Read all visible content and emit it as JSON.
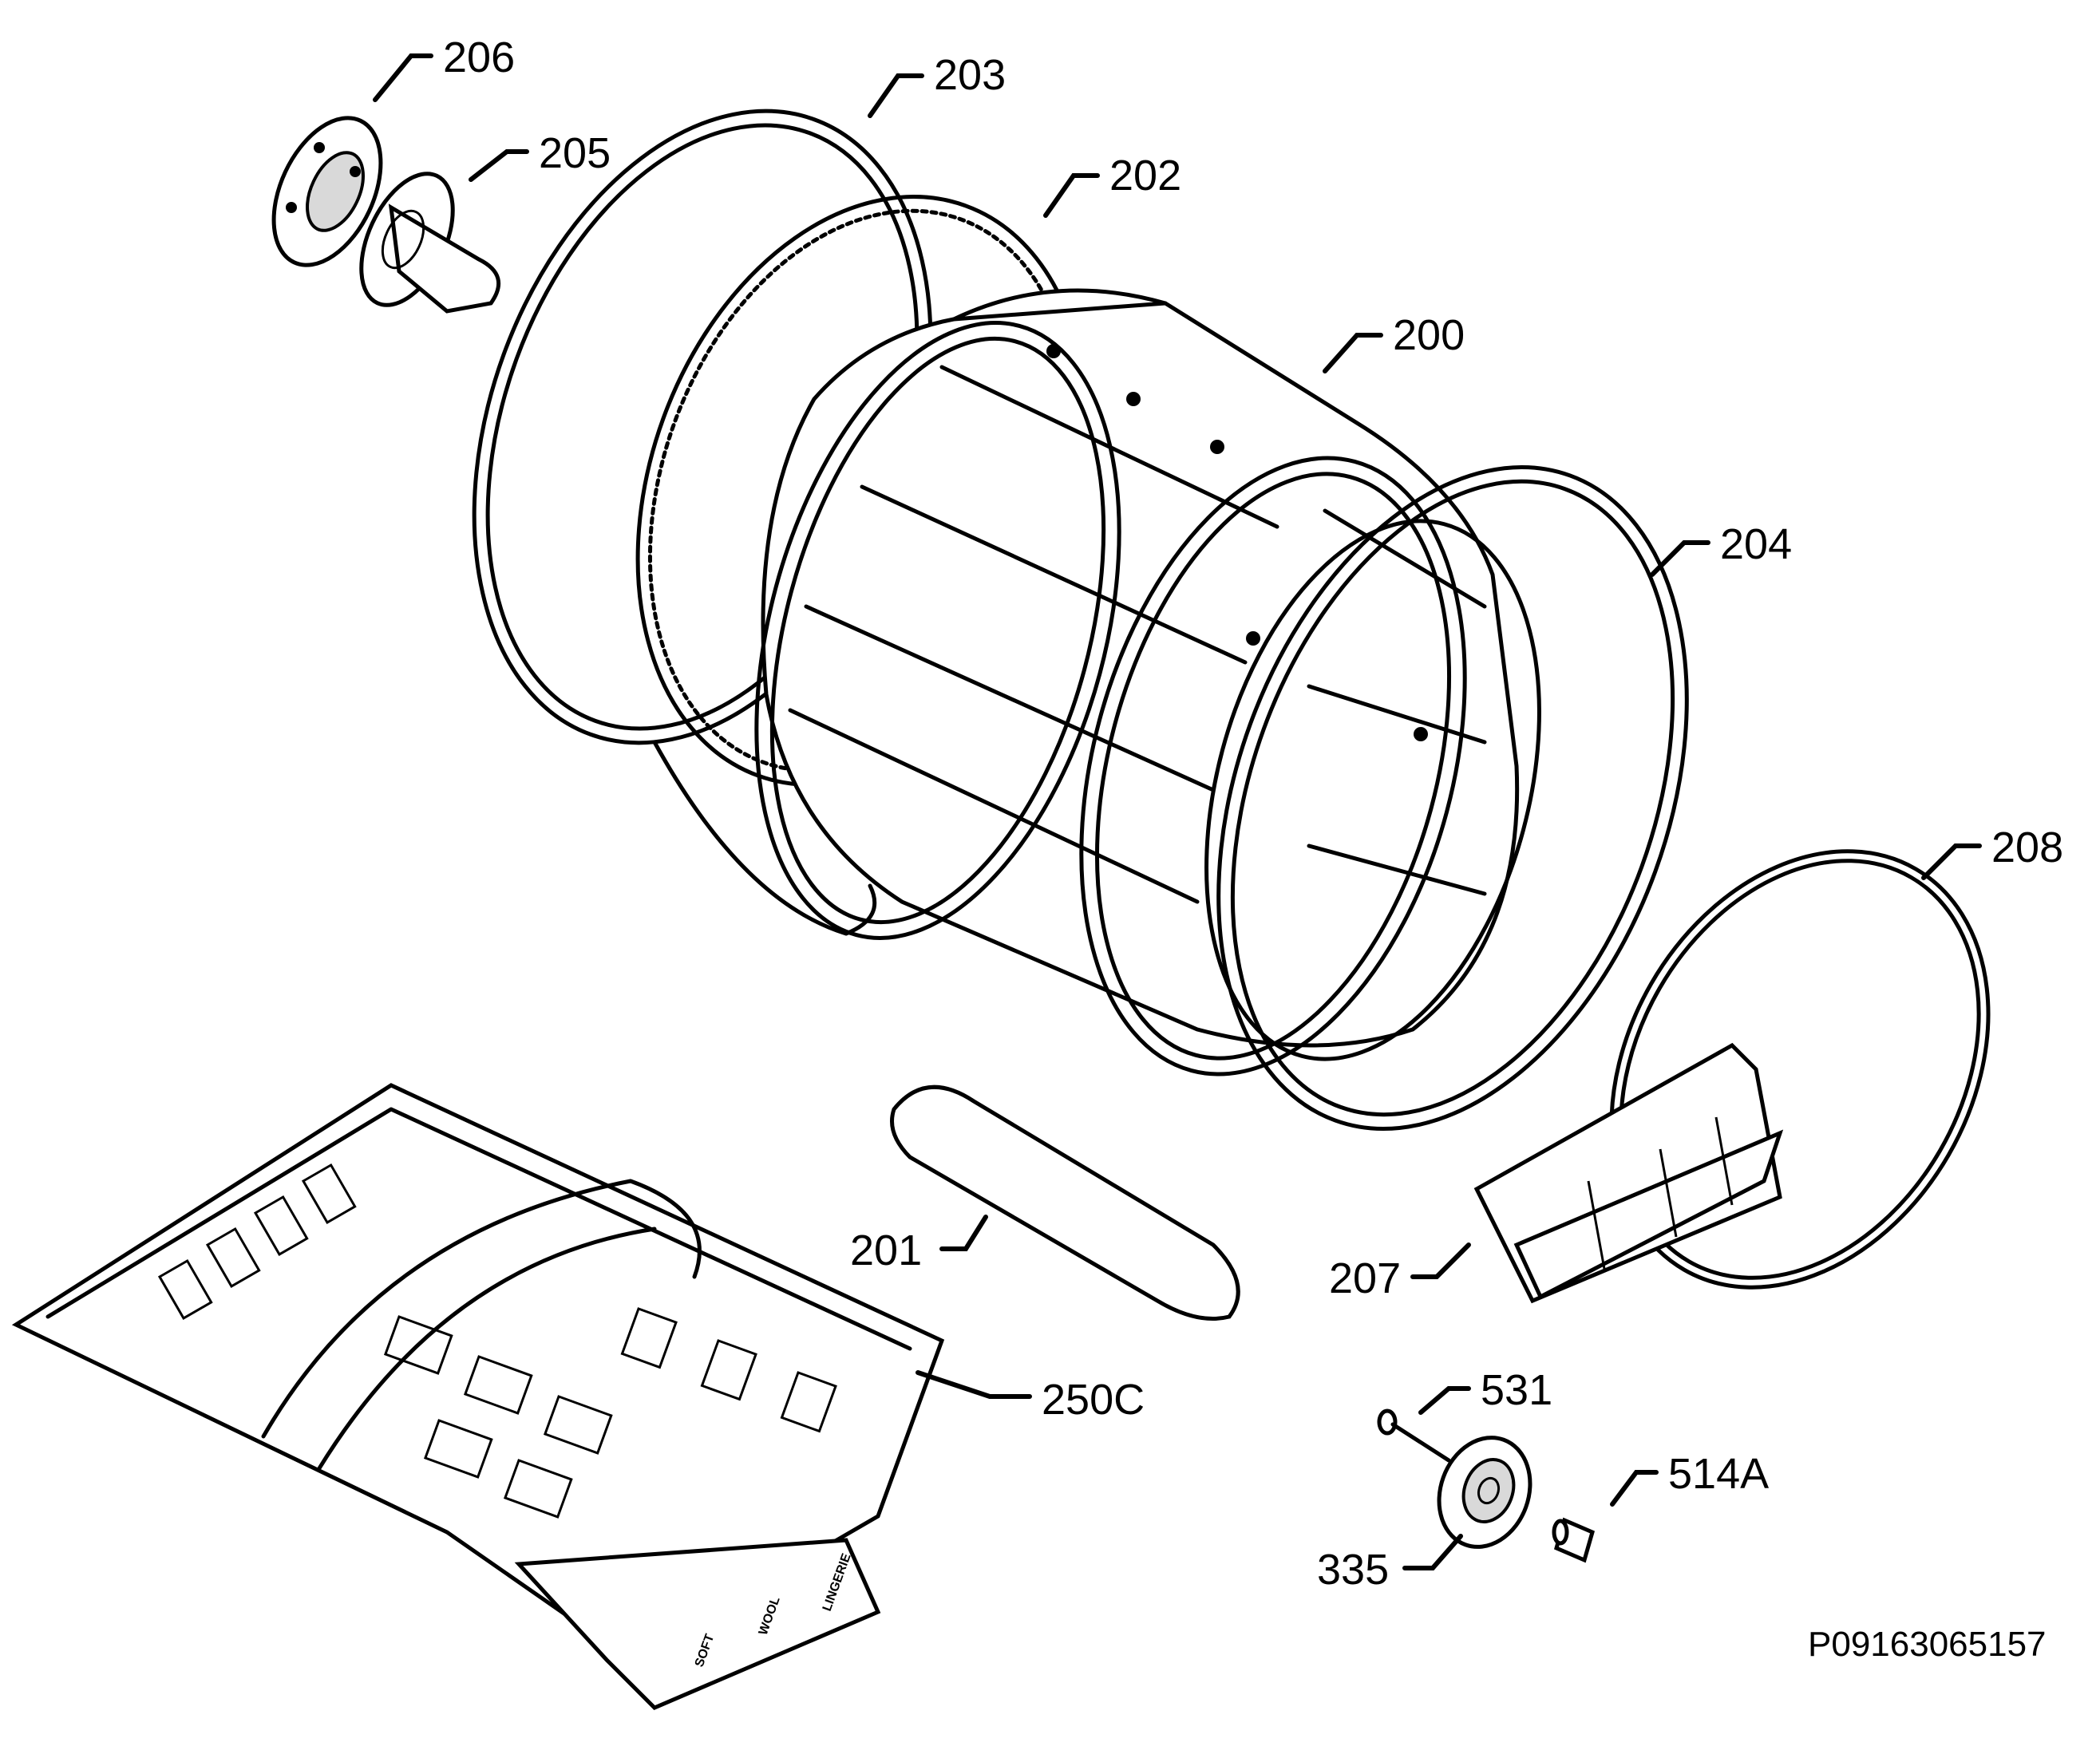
{
  "labels": {
    "p206": "206",
    "p205": "205",
    "p203": "203",
    "p202": "202",
    "p200": "200",
    "p204": "204",
    "p208": "208",
    "p201": "201",
    "p207": "207",
    "p531": "531",
    "p514A": "514A",
    "p335": "335",
    "p250C": "250C"
  },
  "basket_markings": {
    "soft": "SOFT",
    "wool": "WOOL",
    "lingerie": "LINGERIE"
  },
  "diagram_code": "P09163065157"
}
